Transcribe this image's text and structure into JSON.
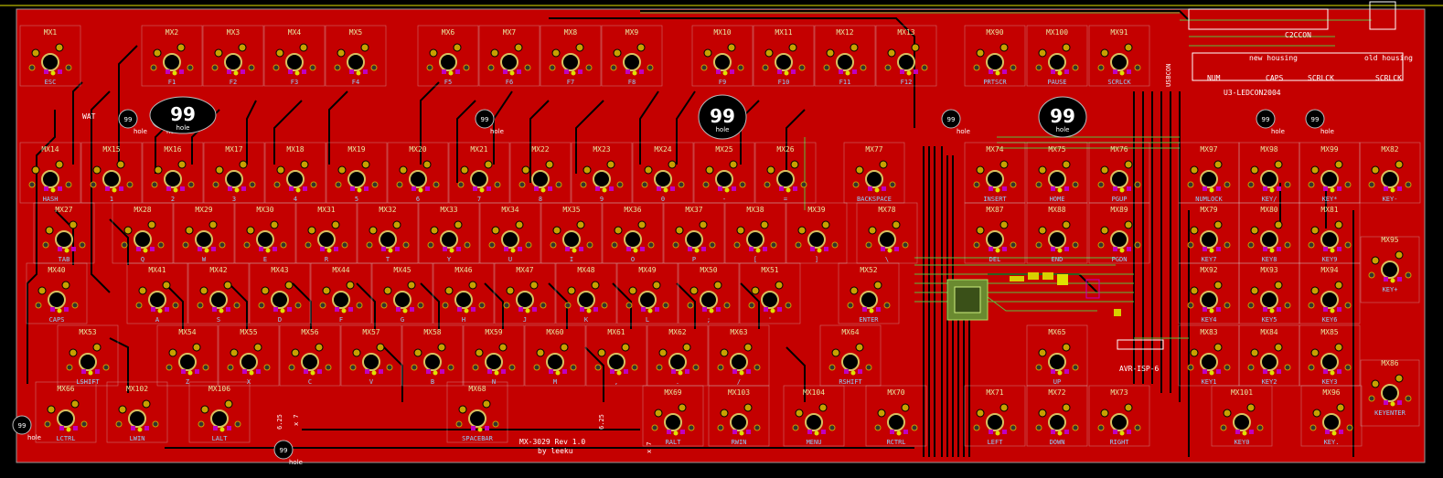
{
  "colors": {
    "board": "#c40000",
    "trace": "#000000",
    "trace_green": "#58c040",
    "pad_gold": "#c8a000",
    "pad_ring": "#d8c060",
    "outline": "#d8d8d8",
    "ref_text": "#e6e6a0",
    "val_text": "#8fd0ff",
    "magenta": "#c000c0"
  },
  "title": {
    "name": "MX-3029 Rev 1.0",
    "author": "by leeku"
  },
  "holes": [
    {
      "label": "hole",
      "number": "99"
    },
    {
      "label": "hole",
      "number": "99"
    },
    {
      "label": "hole",
      "number": "99"
    },
    {
      "label": "hole",
      "number": "99"
    },
    {
      "label": "hole",
      "number": "99"
    },
    {
      "label": "hole",
      "number": "99"
    },
    {
      "label": "hole",
      "number": "99"
    },
    {
      "label": "hole",
      "number": "99"
    }
  ],
  "big_marks": [
    {
      "number": "99",
      "label": "hole"
    },
    {
      "number": "99",
      "label": "hole"
    },
    {
      "number": "99",
      "label": "hole"
    }
  ],
  "misc_labels": {
    "c2ccon": "C2CCON",
    "new_housing": "new housing",
    "old_housing": "old housing",
    "caps": "CAPS",
    "numlk": "NUM",
    "scrlck": "SCRLCK",
    "scrlck2": "SCRLCK",
    "u3": "U3-LEDCON2004",
    "usb": "USBCON",
    "avr": "AVR-ISP-6",
    "tag_a": "6.25",
    "tag_b": "x 7",
    "tag_c": "6.25",
    "tag_d": "x 7",
    "wat": "WAT"
  },
  "switches": [
    {
      "ref": "MX1",
      "val": "ESC"
    },
    {
      "ref": "MX2",
      "val": "F1"
    },
    {
      "ref": "MX3",
      "val": "F2"
    },
    {
      "ref": "MX4",
      "val": "F3"
    },
    {
      "ref": "MX5",
      "val": "F4"
    },
    {
      "ref": "MX6",
      "val": "F5"
    },
    {
      "ref": "MX7",
      "val": "F6"
    },
    {
      "ref": "MX8",
      "val": "F7"
    },
    {
      "ref": "MX9",
      "val": "F8"
    },
    {
      "ref": "MX10",
      "val": "F9"
    },
    {
      "ref": "MX11",
      "val": "F10"
    },
    {
      "ref": "MX12",
      "val": "F11"
    },
    {
      "ref": "MX13",
      "val": "F12"
    },
    {
      "ref": "MX90",
      "val": "PRTSCR"
    },
    {
      "ref": "MX100",
      "val": "PAUSE"
    },
    {
      "ref": "MX91",
      "val": "SCRLCK"
    },
    {
      "ref": "MX14",
      "val": "HASH"
    },
    {
      "ref": "MX15",
      "val": "1"
    },
    {
      "ref": "MX16",
      "val": "2"
    },
    {
      "ref": "MX17",
      "val": "3"
    },
    {
      "ref": "MX18",
      "val": "4"
    },
    {
      "ref": "MX19",
      "val": "5"
    },
    {
      "ref": "MX20",
      "val": "6"
    },
    {
      "ref": "MX21",
      "val": "7"
    },
    {
      "ref": "MX22",
      "val": "8"
    },
    {
      "ref": "MX23",
      "val": "9"
    },
    {
      "ref": "MX24",
      "val": "0"
    },
    {
      "ref": "MX25",
      "val": "-"
    },
    {
      "ref": "MX26",
      "val": "="
    },
    {
      "ref": "MX77",
      "val": "BACKSPACE"
    },
    {
      "ref": "MX74",
      "val": "INSERT"
    },
    {
      "ref": "MX75",
      "val": "HOME"
    },
    {
      "ref": "MX76",
      "val": "PGUP"
    },
    {
      "ref": "MX97",
      "val": "NUMLOCK"
    },
    {
      "ref": "MX98",
      "val": "KEY/"
    },
    {
      "ref": "MX99",
      "val": "KEY*"
    },
    {
      "ref": "MX82",
      "val": "KEY-"
    },
    {
      "ref": "MX27",
      "val": "TAB"
    },
    {
      "ref": "MX28",
      "val": "Q"
    },
    {
      "ref": "MX29",
      "val": "W"
    },
    {
      "ref": "MX30",
      "val": "E"
    },
    {
      "ref": "MX31",
      "val": "R"
    },
    {
      "ref": "MX32",
      "val": "T"
    },
    {
      "ref": "MX33",
      "val": "Y"
    },
    {
      "ref": "MX34",
      "val": "U"
    },
    {
      "ref": "MX35",
      "val": "I"
    },
    {
      "ref": "MX36",
      "val": "O"
    },
    {
      "ref": "MX37",
      "val": "P"
    },
    {
      "ref": "MX38",
      "val": "["
    },
    {
      "ref": "MX39",
      "val": "]"
    },
    {
      "ref": "MX78",
      "val": "\\"
    },
    {
      "ref": "MX87",
      "val": "DEL"
    },
    {
      "ref": "MX88",
      "val": "END"
    },
    {
      "ref": "MX89",
      "val": "PGDN"
    },
    {
      "ref": "MX79",
      "val": "KEY7"
    },
    {
      "ref": "MX80",
      "val": "KEY8"
    },
    {
      "ref": "MX81",
      "val": "KEY9"
    },
    {
      "ref": "MX40",
      "val": "CAPS"
    },
    {
      "ref": "MX41",
      "val": "A"
    },
    {
      "ref": "MX42",
      "val": "S"
    },
    {
      "ref": "MX43",
      "val": "D"
    },
    {
      "ref": "MX44",
      "val": "F"
    },
    {
      "ref": "MX45",
      "val": "G"
    },
    {
      "ref": "MX46",
      "val": "H"
    },
    {
      "ref": "MX47",
      "val": "J"
    },
    {
      "ref": "MX48",
      "val": "K"
    },
    {
      "ref": "MX49",
      "val": "L"
    },
    {
      "ref": "MX50",
      "val": ";"
    },
    {
      "ref": "MX51",
      "val": "'"
    },
    {
      "ref": "MX52",
      "val": "ENTER"
    },
    {
      "ref": "MX92",
      "val": "KEY4"
    },
    {
      "ref": "MX93",
      "val": "KEY5"
    },
    {
      "ref": "MX94",
      "val": "KEY6"
    },
    {
      "ref": "MX53",
      "val": "LSHIFT"
    },
    {
      "ref": "MX54",
      "val": "Z"
    },
    {
      "ref": "MX55",
      "val": "X"
    },
    {
      "ref": "MX56",
      "val": "C"
    },
    {
      "ref": "MX57",
      "val": "V"
    },
    {
      "ref": "MX58",
      "val": "B"
    },
    {
      "ref": "MX59",
      "val": "N"
    },
    {
      "ref": "MX60",
      "val": "M"
    },
    {
      "ref": "MX61",
      "val": ","
    },
    {
      "ref": "MX62",
      "val": "."
    },
    {
      "ref": "MX63",
      "val": "/"
    },
    {
      "ref": "MX64",
      "val": "RSHIFT"
    },
    {
      "ref": "MX65",
      "val": "UP"
    },
    {
      "ref": "MX83",
      "val": "KEY1"
    },
    {
      "ref": "MX84",
      "val": "KEY2"
    },
    {
      "ref": "MX85",
      "val": "KEY3"
    },
    {
      "ref": "MX66",
      "val": "LCTRL"
    },
    {
      "ref": "MX102",
      "val": "LWIN"
    },
    {
      "ref": "MX106",
      "val": "LALT"
    },
    {
      "ref": "MX68",
      "val": "SPACEBAR"
    },
    {
      "ref": "MX69",
      "val": "RALT"
    },
    {
      "ref": "MX103",
      "val": "RWIN"
    },
    {
      "ref": "MX104",
      "val": "MENU"
    },
    {
      "ref": "MX70",
      "val": "RCTRL"
    },
    {
      "ref": "MX71",
      "val": "LEFT"
    },
    {
      "ref": "MX72",
      "val": "DOWN"
    },
    {
      "ref": "MX73",
      "val": "RIGHT"
    },
    {
      "ref": "MX101",
      "val": "KEY0"
    },
    {
      "ref": "MX96",
      "val": "KEY."
    },
    {
      "ref": "MX95",
      "val": "KEY+"
    },
    {
      "ref": "MX86",
      "val": "KEYENTER"
    }
  ]
}
